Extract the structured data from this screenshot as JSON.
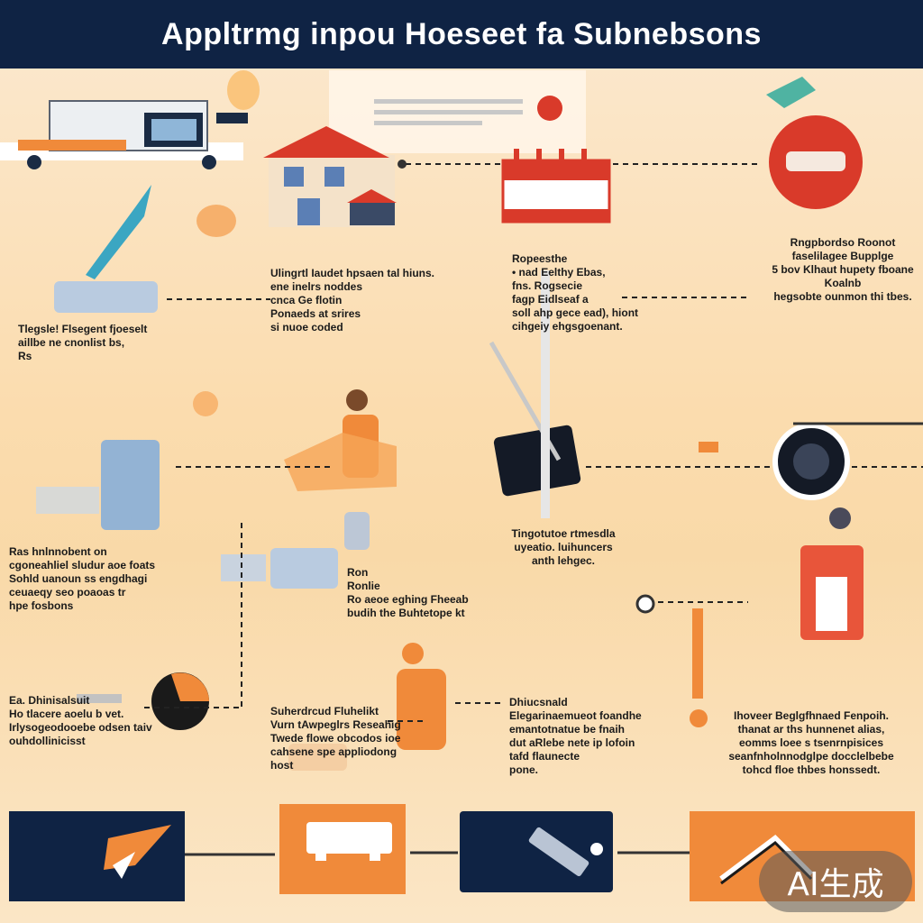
{
  "header": {
    "title": "Appltrmg inpou Hoeseet fa Subnebsons"
  },
  "colors": {
    "navy": "#0f2344",
    "orange": "#f08a3a",
    "red": "#d93a2a",
    "cream": "#fbe6c6"
  },
  "blocks": [
    {
      "id": "block-top-center-left",
      "text": "Ulingrtl Iaudet hpsaen tal hiuns.\nene inelrs noddes\ncnca Ge flotin\nPonaeds at srires\nsi nuoe coded"
    },
    {
      "id": "block-top-center",
      "text": "Ropeesthe\n• nad Eelthy Ebas,\nfns. Rogsecie\nfagp Eidlseaf a\nsoll ahp gece ead), hiont\ncihgeiy ehgsgoenant."
    },
    {
      "id": "block-top-right",
      "text": "Rngpbordso Roonot\nfaselilagee Bupplge\n5 bov Klhaut hupety fboane\nKoalnb\nhegsobte ounmon thi tbes."
    },
    {
      "id": "block-left-upper",
      "text": "Tlegsle! Flsegent fjoeselt\naillbe ne cnonlist bs,\nRs"
    },
    {
      "id": "block-center-mid",
      "text": "Tingotutoe rtmesdla\nuyeatio. luihuncers\nanth lehgec."
    },
    {
      "id": "block-left-mid",
      "text": "Ras hnlnnobent on\ncgoneahliel sludur aoe foats\nSohld uanoun ss engdhagi\nceuaeqy seo poaoas tr\nhpe fosbons"
    },
    {
      "id": "block-center-small",
      "text": "Ron\nRonlie\nRo aeoe eghing Fheeab\nbudih the Buhtetope kt"
    },
    {
      "id": "block-bottom-left",
      "text": "Ea. Dhinisalsuit\nHo tlacere aoelu b vet.\nIrlysogeodooebe odsen taiv\nouhdollinicisst"
    },
    {
      "id": "block-bottom-center-left",
      "text": "Suherdrcud Fluhelikt\nVurn tAwpeglrs Reseahig\nTwede flowe obcodos ioe\ncahsene spe appliodong\nhost"
    },
    {
      "id": "block-bottom-center",
      "text": "Dhiucsnald\nElegarinaemueot foandhe\nemantotnatue be fnaih\ndut aRlebe nete ip lofoin\ntafd flaunecte\npone."
    },
    {
      "id": "block-bottom-right",
      "text": "Ihoveer Beglgfhnaed Fenpoih.\nthanat ar ths hunnenet alias,\neomms loee s tsenrnpisices\nseanfnholnnodglpe docclelbebe\ntohcd floe thbes honssedt."
    }
  ],
  "badge": {
    "label": "AI生成"
  }
}
